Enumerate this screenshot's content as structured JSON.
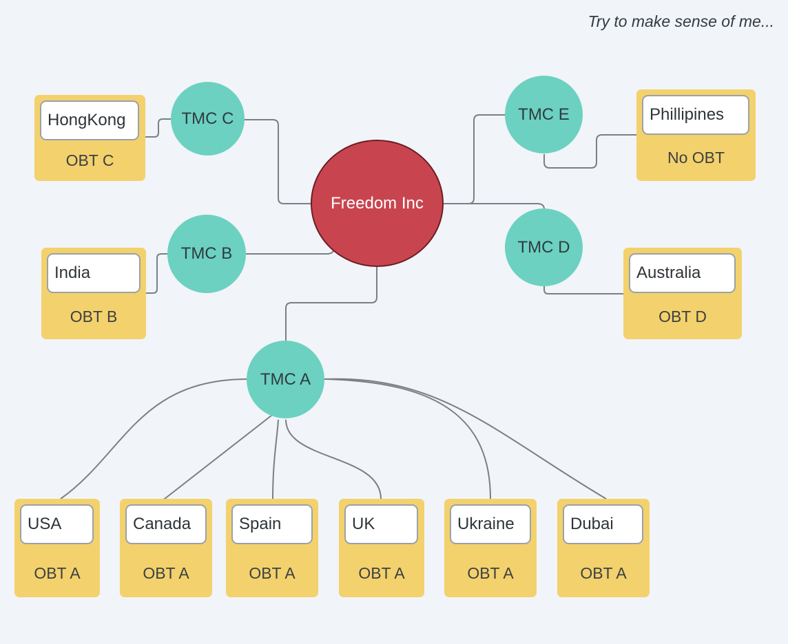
{
  "tagline": "Try to make sense of me...",
  "company": {
    "label": "Freedom Inc"
  },
  "tmcs": {
    "a": "TMC A",
    "b": "TMC B",
    "c": "TMC C",
    "d": "TMC D",
    "e": "TMC E"
  },
  "countries": {
    "hongkong": {
      "name": "HongKong",
      "obt": "OBT C"
    },
    "india": {
      "name": "India",
      "obt": "OBT B"
    },
    "phillipines": {
      "name": "Phillipines",
      "obt": "No OBT"
    },
    "australia": {
      "name": "Australia",
      "obt": "OBT D"
    },
    "usa": {
      "name": "USA",
      "obt": "OBT A"
    },
    "canada": {
      "name": "Canada",
      "obt": "OBT A"
    },
    "spain": {
      "name": "Spain",
      "obt": "OBT A"
    },
    "uk": {
      "name": "UK",
      "obt": "OBT A"
    },
    "ukraine": {
      "name": "Ukraine",
      "obt": "OBT A"
    },
    "dubai": {
      "name": "Dubai",
      "obt": "OBT A"
    }
  },
  "colors": {
    "background": "#f1f4f8",
    "company": "#c84550",
    "tmc": "#6cd1c0",
    "country_card": "#f3d16c",
    "connector": "#7a7f84"
  }
}
